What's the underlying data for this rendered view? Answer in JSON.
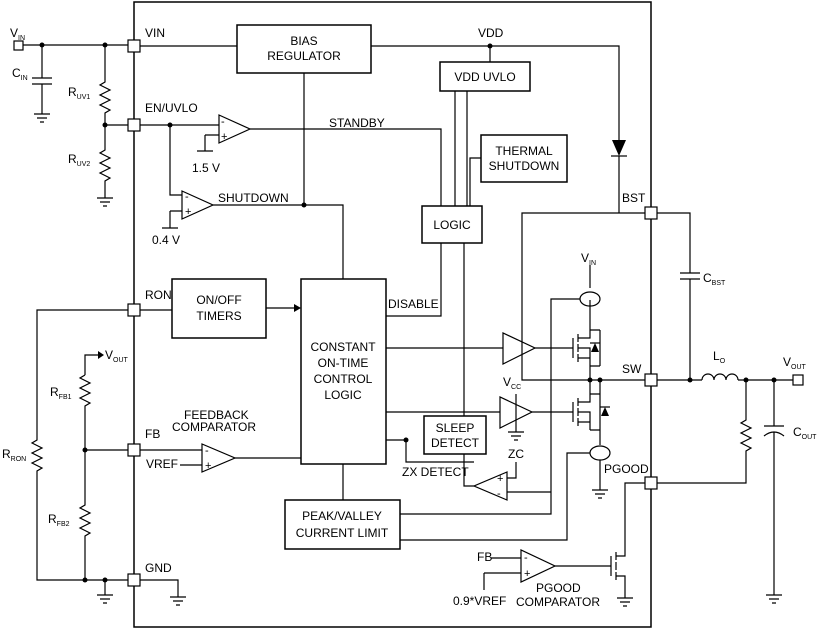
{
  "pins": {
    "vin": "VIN",
    "en_uvlo": "EN/UVLO",
    "ron": "RON",
    "fb": "FB",
    "gnd": "GND",
    "bst": "BST",
    "sw": "SW",
    "pgood": "PGOOD",
    "vdd": "VDD"
  },
  "blocks": {
    "bias_regulator": [
      "BIAS",
      "REGULATOR"
    ],
    "vdd_uvlo": "VDD UVLO",
    "thermal_shutdown": [
      "THERMAL",
      "SHUTDOWN"
    ],
    "logic": "LOGIC",
    "on_off_timers": [
      "ON/OFF",
      "TIMERS"
    ],
    "cot_logic": [
      "CONSTANT",
      "ON-TIME",
      "CONTROL",
      "LOGIC"
    ],
    "sleep_detect": [
      "SLEEP",
      "DETECT"
    ],
    "peak_valley": [
      "PEAK/VALLEY",
      "CURRENT LIMIT"
    ]
  },
  "signals": {
    "standby": "STANDBY",
    "shutdown": "SHUTDOWN",
    "disable": "DISABLE",
    "ref_1v5": "1.5 V",
    "ref_0v4": "0.4 V",
    "vref": "VREF",
    "zx_detect": "ZX DETECT",
    "zc": "ZC",
    "fb_in": "FB",
    "pgood_ref": "0.9*VREF",
    "feedback_comparator": [
      "FEEDBACK",
      "COMPARATOR"
    ],
    "pgood_comparator": [
      "PGOOD",
      "COMPARATOR"
    ],
    "plus": "+",
    "minus": "-"
  },
  "components": {
    "vin_main": "V",
    "vin_main_sub": "IN",
    "cin": "C",
    "cin_sub": "IN",
    "ruv1": "R",
    "ruv1_sub": "UV1",
    "ruv2": "R",
    "ruv2_sub": "UV2",
    "rron": "R",
    "rron_sub": "RON",
    "vout_fb": "V",
    "vout_fb_sub": "OUT",
    "rfb1": "R",
    "rfb1_sub": "FB1",
    "rfb2": "R",
    "rfb2_sub": "FB2",
    "vin_hs": "V",
    "vin_hs_sub": "IN",
    "vcc": "V",
    "vcc_sub": "CC",
    "cbst": "C",
    "cbst_sub": "BST",
    "lo": "L",
    "lo_sub": "O",
    "vout": "V",
    "vout_sub": "OUT",
    "cout": "C",
    "cout_sub": "OUT"
  }
}
